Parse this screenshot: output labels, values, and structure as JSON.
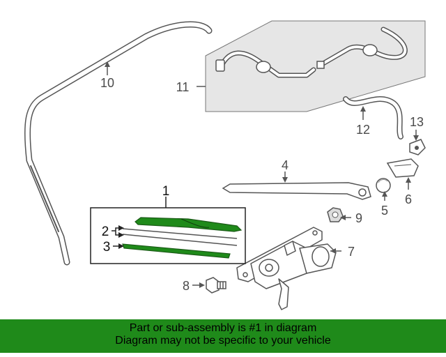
{
  "callouts": {
    "c1": "1",
    "c2": "2",
    "c3": "3",
    "c4": "4",
    "c5": "5",
    "c6": "6",
    "c7": "7",
    "c8": "8",
    "c9": "9",
    "c10": "10",
    "c11": "11",
    "c12": "12",
    "c13": "13"
  },
  "colors": {
    "highlight": "#1f8a1a",
    "banner_bg": "#1f8a1a",
    "panel_bg": "#e6e6e6",
    "line": "#555555"
  },
  "banner": {
    "line1": "Part or sub-assembly is #1 in diagram",
    "line2": "Diagram may not be specific to your vehicle"
  }
}
